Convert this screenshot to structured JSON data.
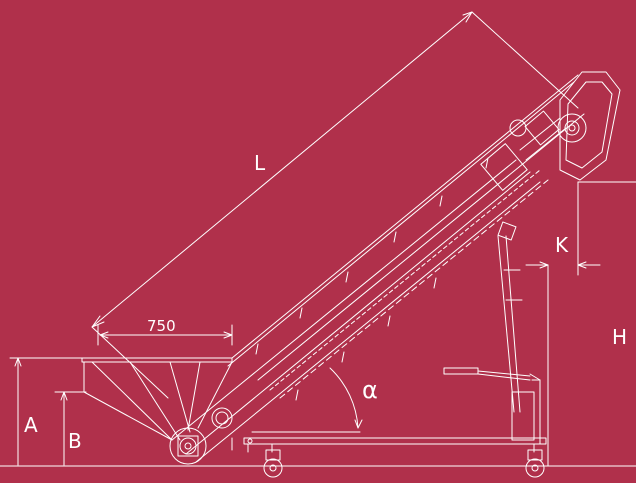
{
  "colors": {
    "background": "#b0304b",
    "line": "#ffffff"
  },
  "dimensions": {
    "length": "L",
    "hopper_length": "750",
    "height": "H",
    "offset": "K",
    "inlet_height_top": "A",
    "inlet_height_bottom": "B",
    "angle": "α"
  }
}
